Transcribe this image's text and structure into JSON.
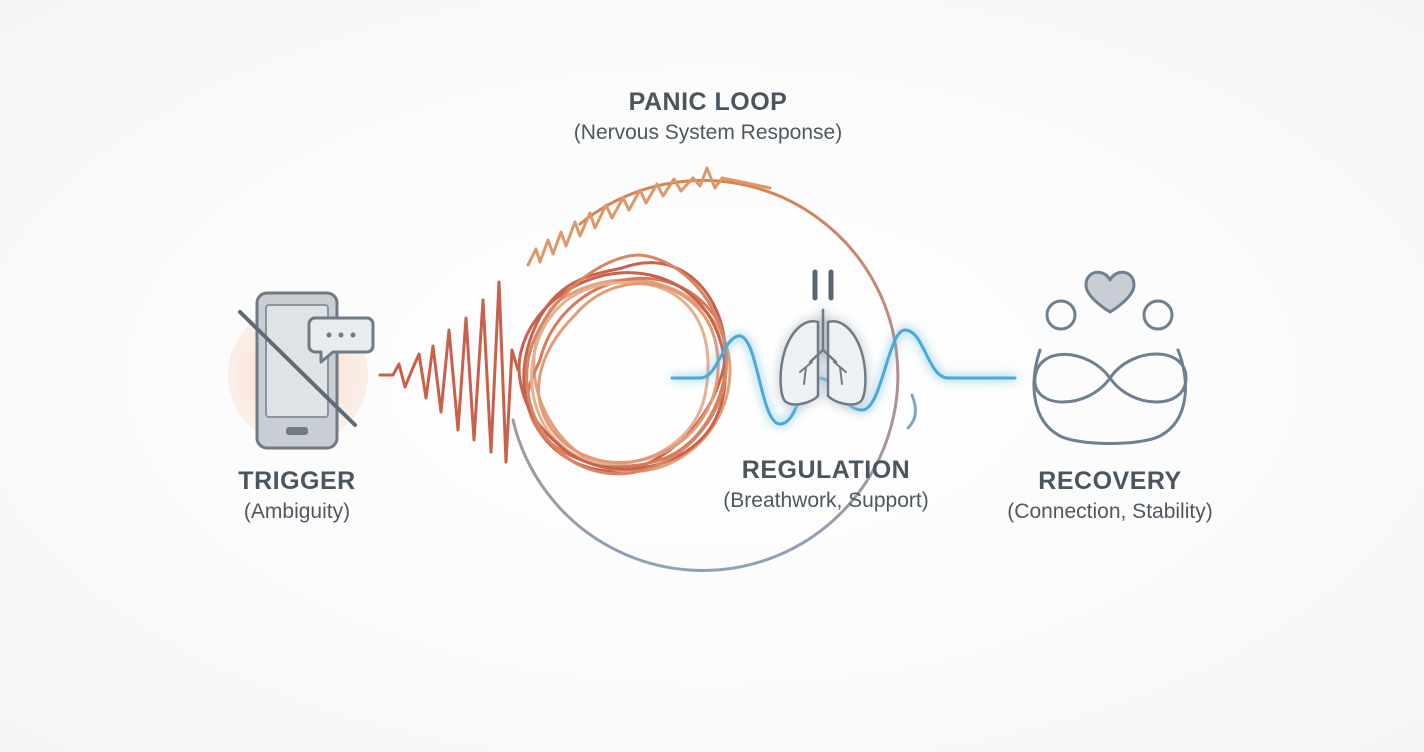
{
  "colors": {
    "panic": "#c9614b",
    "panic_light": "#e3a07c",
    "calm": "#4aa9d8",
    "neutral": "#6e7b88",
    "heart_fill": "#c7cdd2",
    "warm_glow": "#f6dccb"
  },
  "stages": {
    "panic": {
      "title": "PANIC LOOP",
      "subtitle": "(Nervous System Response)"
    },
    "trigger": {
      "title": "TRIGGER",
      "subtitle": "(Ambiguity)",
      "icon": "phone-crossed-out-icon"
    },
    "regulation": {
      "title": "REGULATION",
      "subtitle": "(Breathwork, Support)",
      "icon": "lungs-icon"
    },
    "recovery": {
      "title": "RECOVERY",
      "subtitle": "(Connection, Stability)",
      "icon": "people-infinity-heart-icon"
    }
  }
}
